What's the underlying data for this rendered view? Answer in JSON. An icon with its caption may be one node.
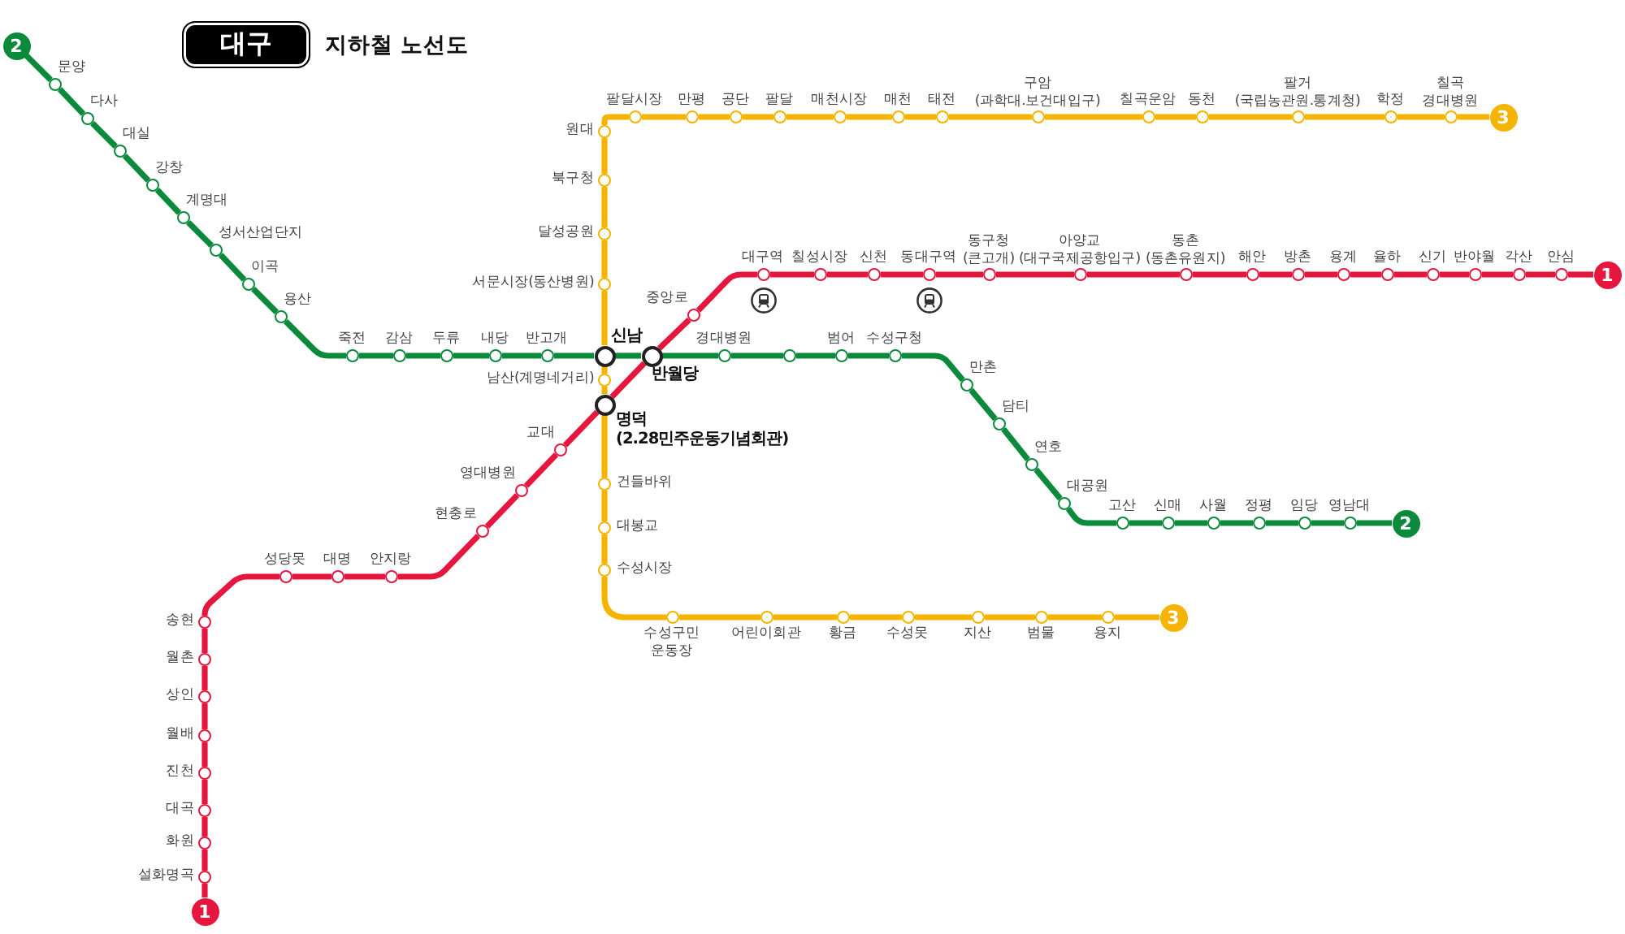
{
  "diagram": {
    "title": "지하철 노선도",
    "nodes": [
      {
        "text": [
          "2"
        ]
      },
      {
        "text": [
          "문양"
        ]
      },
      {
        "text": [
          "다사"
        ]
      },
      {
        "text": [
          "대실"
        ]
      },
      {
        "text": [
          "강창"
        ]
      },
      {
        "text": [
          "계명대"
        ]
      },
      {
        "text": [
          "성서산업단지"
        ]
      },
      {
        "text": [
          "이곡"
        ]
      },
      {
        "text": [
          "용산"
        ]
      },
      {
        "text": [
          "죽전"
        ]
      },
      {
        "text": [
          "감삼"
        ]
      },
      {
        "text": [
          "두류"
        ]
      },
      {
        "text": [
          "내당"
        ]
      },
      {
        "text": [
          "반고개"
        ]
      },
      {
        "text": [
          "신남"
        ]
      },
      {
        "text": [
          "반월당"
        ]
      },
      {
        "text": [
          "경대병원"
        ]
      },
      {
        "text": [],
        "shape": "circle"
      },
      {
        "text": [
          "범어"
        ]
      },
      {
        "text": [
          "수성구청"
        ]
      },
      {
        "text": [
          "만촌"
        ]
      },
      {
        "text": [
          "담티"
        ]
      },
      {
        "text": [
          "연호"
        ]
      },
      {
        "text": [
          "대공원"
        ]
      },
      {
        "text": [
          "고산"
        ]
      },
      {
        "text": [
          "신매"
        ]
      },
      {
        "text": [
          "사월"
        ]
      },
      {
        "text": [
          "정평"
        ]
      },
      {
        "text": [
          "임당"
        ]
      },
      {
        "text": [
          "영남대"
        ]
      },
      {
        "text": [
          "2"
        ]
      },
      {
        "text": [
          "3"
        ]
      },
      {
        "text": [
          "칠곡 경대병원"
        ]
      },
      {
        "text": [
          "학정"
        ]
      },
      {
        "text": [
          "팔거 (국립농관원.통계청)"
        ]
      },
      {
        "text": [
          "동천"
        ]
      },
      {
        "text": [
          "칠곡운암"
        ]
      },
      {
        "text": [
          "구암 (과학대.보건대입구)"
        ]
      },
      {
        "text": [
          "태전"
        ]
      },
      {
        "text": [
          "매천"
        ]
      },
      {
        "text": [
          "매천시장"
        ]
      },
      {
        "text": [
          "팔달"
        ]
      },
      {
        "text": [
          "공단"
        ]
      },
      {
        "text": [
          "만평"
        ]
      },
      {
        "text": [
          "팔달시장"
        ]
      },
      {
        "text": [
          "원대"
        ]
      },
      {
        "text": [
          "북구청"
        ]
      },
      {
        "text": [
          "달성공원"
        ]
      },
      {
        "text": [
          "서문시장(동산병원)"
        ]
      },
      {
        "text": [
          "남산(계명네거리)"
        ]
      },
      {
        "text": [
          "명덕 (2.28민주운동기념회관)"
        ]
      },
      {
        "text": [
          "건들바위"
        ]
      },
      {
        "text": [
          "대봉교"
        ]
      },
      {
        "text": [
          "수성시장"
        ]
      },
      {
        "text": [
          "수성구민 운동장"
        ]
      },
      {
        "text": [
          "어린이회관"
        ]
      },
      {
        "text": [
          "황금"
        ]
      },
      {
        "text": [
          "수성못"
        ]
      },
      {
        "text": [
          "지산"
        ]
      },
      {
        "text": [
          "범물"
        ]
      },
      {
        "text": [
          "용지"
        ]
      },
      {
        "text": [
          "3"
        ]
      },
      {
        "text": [
          "1"
        ]
      },
      {
        "text": [
          "설화명곡"
        ]
      },
      {
        "text": [
          "화원"
        ]
      },
      {
        "text": [
          "대곡"
        ]
      },
      {
        "text": [
          "진천"
        ]
      },
      {
        "text": [
          "월배"
        ]
      },
      {
        "text": [
          "상인"
        ]
      },
      {
        "text": [
          "월촌"
        ]
      },
      {
        "text": [
          "송현"
        ]
      },
      {
        "text": [
          "성당못"
        ]
      },
      {
        "text": [
          "대명"
        ]
      },
      {
        "text": [
          "안지랑"
        ]
      },
      {
        "text": [
          "현충로"
        ]
      },
      {
        "text": [
          "영대병원"
        ]
      },
      {
        "text": [
          "교대"
        ]
      },
      {
        "text": [
          "중앙로"
        ]
      },
      {
        "text": [
          "대구역"
        ]
      },
      {
        "text": [
          "칠성시장"
        ]
      },
      {
        "text": [
          "신천"
        ]
      },
      {
        "text": [
          "동대구역"
        ]
      },
      {
        "text": [
          "동구청 (큰고개)"
        ]
      },
      {
        "text": [
          "아양교 (대구국제공항입구)"
        ]
      },
      {
        "text": [
          "동촌 (동촌유원지)"
        ]
      },
      {
        "text": [
          "해안"
        ]
      },
      {
        "text": [
          "방촌"
        ]
      },
      {
        "text": [
          "용계"
        ]
      },
      {
        "text": [
          "율하"
        ]
      },
      {
        "text": [
          "신기"
        ]
      },
      {
        "text": [
          "반야월"
        ]
      },
      {
        "text": [
          "각산"
        ]
      },
      {
        "text": [
          "안심"
        ]
      },
      {
        "text": [
          "1"
        ]
      }
    ],
    "edges": [
      {
        "from": 0,
        "to": 1,
        "arrow": "none",
        "color": "#0b8a3c"
      },
      {
        "from": 1,
        "to": 2,
        "arrow": "none",
        "color": "#0b8a3c"
      },
      {
        "from": 2,
        "to": 3,
        "arrow": "none",
        "color": "#0b8a3c"
      },
      {
        "from": 3,
        "to": 4,
        "arrow": "none",
        "color": "#0b8a3c"
      },
      {
        "from": 4,
        "to": 5,
        "arrow": "none",
        "color": "#0b8a3c"
      },
      {
        "from": 5,
        "to": 6,
        "arrow": "none",
        "color": "#0b8a3c"
      },
      {
        "from": 6,
        "to": 7,
        "arrow": "none",
        "color": "#0b8a3c"
      },
      {
        "from": 7,
        "to": 8,
        "arrow": "none",
        "color": "#0b8a3c"
      },
      {
        "from": 8,
        "to": 9,
        "arrow": "none",
        "color": "#0b8a3c"
      },
      {
        "from": 9,
        "to": 10,
        "arrow": "none",
        "color": "#0b8a3c"
      },
      {
        "from": 10,
        "to": 11,
        "arrow": "none",
        "color": "#0b8a3c"
      },
      {
        "from": 11,
        "to": 12,
        "arrow": "none",
        "color": "#0b8a3c"
      },
      {
        "from": 12,
        "to": 13,
        "arrow": "none",
        "color": "#0b8a3c"
      },
      {
        "from": 13,
        "to": 14,
        "arrow": "none",
        "color": "#0b8a3c"
      },
      {
        "from": 14,
        "to": 15,
        "arrow": "none",
        "color": "#0b8a3c"
      },
      {
        "from": 15,
        "to": 16,
        "arrow": "none",
        "color": "#0b8a3c"
      },
      {
        "from": 16,
        "to": 17,
        "arrow": "none",
        "color": "#0b8a3c"
      },
      {
        "from": 17,
        "to": 18,
        "arrow": "none",
        "color": "#0b8a3c"
      },
      {
        "from": 18,
        "to": 19,
        "arrow": "none",
        "color": "#0b8a3c"
      },
      {
        "from": 19,
        "to": 20,
        "arrow": "none",
        "color": "#0b8a3c"
      },
      {
        "from": 20,
        "to": 21,
        "arrow": "none",
        "color": "#0b8a3c"
      },
      {
        "from": 21,
        "to": 22,
        "arrow": "none",
        "color": "#0b8a3c"
      },
      {
        "from": 22,
        "to": 23,
        "arrow": "none",
        "color": "#0b8a3c"
      },
      {
        "from": 23,
        "to": 24,
        "arrow": "none",
        "color": "#0b8a3c"
      },
      {
        "from": 24,
        "to": 25,
        "arrow": "none",
        "color": "#0b8a3c"
      },
      {
        "from": 25,
        "to": 26,
        "arrow": "none",
        "color": "#0b8a3c"
      },
      {
        "from": 26,
        "to": 27,
        "arrow": "none",
        "color": "#0b8a3c"
      },
      {
        "from": 27,
        "to": 28,
        "arrow": "none",
        "color": "#0b8a3c"
      },
      {
        "from": 28,
        "to": 29,
        "arrow": "none",
        "color": "#0b8a3c"
      },
      {
        "from": 29,
        "to": 30,
        "arrow": "none",
        "color": "#0b8a3c"
      },
      {
        "from": 31,
        "to": 32,
        "arrow": "none",
        "color": "#f5b400"
      },
      {
        "from": 32,
        "to": 33,
        "arrow": "none",
        "color": "#f5b400"
      },
      {
        "from": 33,
        "to": 34,
        "arrow": "none",
        "color": "#f5b400"
      },
      {
        "from": 34,
        "to": 35,
        "arrow": "none",
        "color": "#f5b400"
      },
      {
        "from": 35,
        "to": 36,
        "arrow": "none",
        "color": "#f5b400"
      },
      {
        "from": 36,
        "to": 37,
        "arrow": "none",
        "color": "#f5b400"
      },
      {
        "from": 37,
        "to": 38,
        "arrow": "none",
        "color": "#f5b400"
      },
      {
        "from": 38,
        "to": 39,
        "arrow": "none",
        "color": "#f5b400"
      },
      {
        "from": 39,
        "to": 40,
        "arrow": "none",
        "color": "#f5b400"
      },
      {
        "from": 40,
        "to": 41,
        "arrow": "none",
        "color": "#f5b400"
      },
      {
        "from": 41,
        "to": 42,
        "arrow": "none",
        "color": "#f5b400"
      },
      {
        "from": 42,
        "to": 43,
        "arrow": "none",
        "color": "#f5b400"
      },
      {
        "from": 43,
        "to": 44,
        "arrow": "none",
        "color": "#f5b400"
      },
      {
        "from": 44,
        "to": 45,
        "arrow": "none",
        "color": "#f5b400"
      },
      {
        "from": 45,
        "to": 46,
        "arrow": "none",
        "color": "#f5b400"
      },
      {
        "from": 46,
        "to": 47,
        "arrow": "none",
        "color": "#f5b400"
      },
      {
        "from": 47,
        "to": 48,
        "arrow": "none",
        "color": "#f5b400"
      },
      {
        "from": 48,
        "to": 14,
        "arrow": "none",
        "color": "#f5b400"
      },
      {
        "from": 14,
        "to": 49,
        "arrow": "none",
        "color": "#f5b400"
      },
      {
        "from": 49,
        "to": 50,
        "arrow": "none",
        "color": "#f5b400"
      },
      {
        "from": 50,
        "to": 51,
        "arrow": "none",
        "color": "#f5b400"
      },
      {
        "from": 51,
        "to": 52,
        "arrow": "none",
        "color": "#f5b400"
      },
      {
        "from": 52,
        "to": 53,
        "arrow": "none",
        "color": "#f5b400"
      },
      {
        "from": 53,
        "to": 54,
        "arrow": "none",
        "color": "#f5b400"
      },
      {
        "from": 54,
        "to": 55,
        "arrow": "none",
        "color": "#f5b400"
      },
      {
        "from": 55,
        "to": 56,
        "arrow": "none",
        "color": "#f5b400"
      },
      {
        "from": 56,
        "to": 57,
        "arrow": "none",
        "color": "#f5b400"
      },
      {
        "from": 57,
        "to": 58,
        "arrow": "none",
        "color": "#f5b400"
      },
      {
        "from": 58,
        "to": 59,
        "arrow": "none",
        "color": "#f5b400"
      },
      {
        "from": 59,
        "to": 60,
        "arrow": "none",
        "color": "#f5b400"
      },
      {
        "from": 60,
        "to": 61,
        "arrow": "none",
        "color": "#f5b400"
      },
      {
        "from": 62,
        "to": 63,
        "arrow": "none",
        "color": "#e5173f"
      },
      {
        "from": 63,
        "to": 64,
        "arrow": "none",
        "color": "#e5173f"
      },
      {
        "from": 64,
        "to": 65,
        "arrow": "none",
        "color": "#e5173f"
      },
      {
        "from": 65,
        "to": 66,
        "arrow": "none",
        "color": "#e5173f"
      },
      {
        "from": 66,
        "to": 67,
        "arrow": "none",
        "color": "#e5173f"
      },
      {
        "from": 67,
        "to": 68,
        "arrow": "none",
        "color": "#e5173f"
      },
      {
        "from": 68,
        "to": 69,
        "arrow": "none",
        "color": "#e5173f"
      },
      {
        "from": 69,
        "to": 70,
        "arrow": "none",
        "color": "#e5173f"
      },
      {
        "from": 70,
        "to": 71,
        "arrow": "none",
        "color": "#e5173f"
      },
      {
        "from": 71,
        "to": 72,
        "arrow": "none",
        "color": "#e5173f"
      },
      {
        "from": 72,
        "to": 73,
        "arrow": "none",
        "color": "#e5173f"
      },
      {
        "from": 73,
        "to": 74,
        "arrow": "none",
        "color": "#e5173f"
      },
      {
        "from": 74,
        "to": 75,
        "arrow": "none",
        "color": "#e5173f"
      },
      {
        "from": 75,
        "to": 76,
        "arrow": "none",
        "color": "#e5173f"
      },
      {
        "from": 76,
        "to": 50,
        "arrow": "none",
        "color": "#e5173f"
      },
      {
        "from": 50,
        "to": 15,
        "arrow": "none",
        "color": "#e5173f"
      },
      {
        "from": 15,
        "to": 77,
        "arrow": "none",
        "color": "#e5173f"
      },
      {
        "from": 77,
        "to": 78,
        "arrow": "none",
        "color": "#e5173f"
      },
      {
        "from": 78,
        "to": 79,
        "arrow": "none",
        "color": "#e5173f"
      },
      {
        "from": 79,
        "to": 80,
        "arrow": "none",
        "color": "#e5173f"
      },
      {
        "from": 80,
        "to": 81,
        "arrow": "none",
        "color": "#e5173f"
      },
      {
        "from": 81,
        "to": 82,
        "arrow": "none",
        "color": "#e5173f"
      },
      {
        "from": 82,
        "to": 83,
        "arrow": "none",
        "color": "#e5173f"
      },
      {
        "from": 83,
        "to": 84,
        "arrow": "none",
        "color": "#e5173f"
      },
      {
        "from": 84,
        "to": 85,
        "arrow": "none",
        "color": "#e5173f"
      },
      {
        "from": 85,
        "to": 86,
        "arrow": "none",
        "color": "#e5173f"
      },
      {
        "from": 86,
        "to": 87,
        "arrow": "none",
        "color": "#e5173f"
      },
      {
        "from": 87,
        "to": 88,
        "arrow": "none",
        "color": "#e5173f"
      },
      {
        "from": 88,
        "to": 89,
        "arrow": "none",
        "color": "#e5173f"
      },
      {
        "from": 89,
        "to": 90,
        "arrow": "none",
        "color": "#e5173f"
      },
      {
        "from": 90,
        "to": 91,
        "arrow": "none",
        "color": "#e5173f"
      },
      {
        "from": 91,
        "to": 92,
        "arrow": "none",
        "color": "#e5173f"
      },
      {
        "from": 92,
        "to": 93,
        "arrow": "none",
        "color": "#e5173f"
      }
    ],
    "labels": [
      "대구"
    ]
  }
}
